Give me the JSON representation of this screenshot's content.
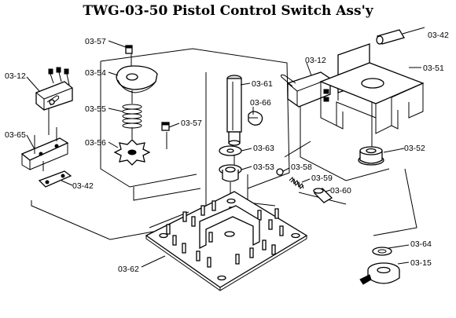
{
  "title": "TWG-03-50 Pistol Control Switch Ass'y",
  "labels": {
    "p0357a": "03-57",
    "p0354": "03-54",
    "p0355": "03-55",
    "p0357b": "03-57",
    "p0356": "03-56",
    "p0312a": "03-12",
    "p0365": "03-65",
    "p0342a": "03-42",
    "p0361": "03-61",
    "p0366": "03-66",
    "p0363": "03-63",
    "p0353": "03-53",
    "p0358": "03-58",
    "p0359": "03-59",
    "p0360": "03-60",
    "p0362": "03-62",
    "p0342b": "03-42",
    "p0312b": "03-12",
    "p0351": "03-51",
    "p0352": "03-52",
    "p0364": "03-64",
    "p0315": "03-15"
  }
}
